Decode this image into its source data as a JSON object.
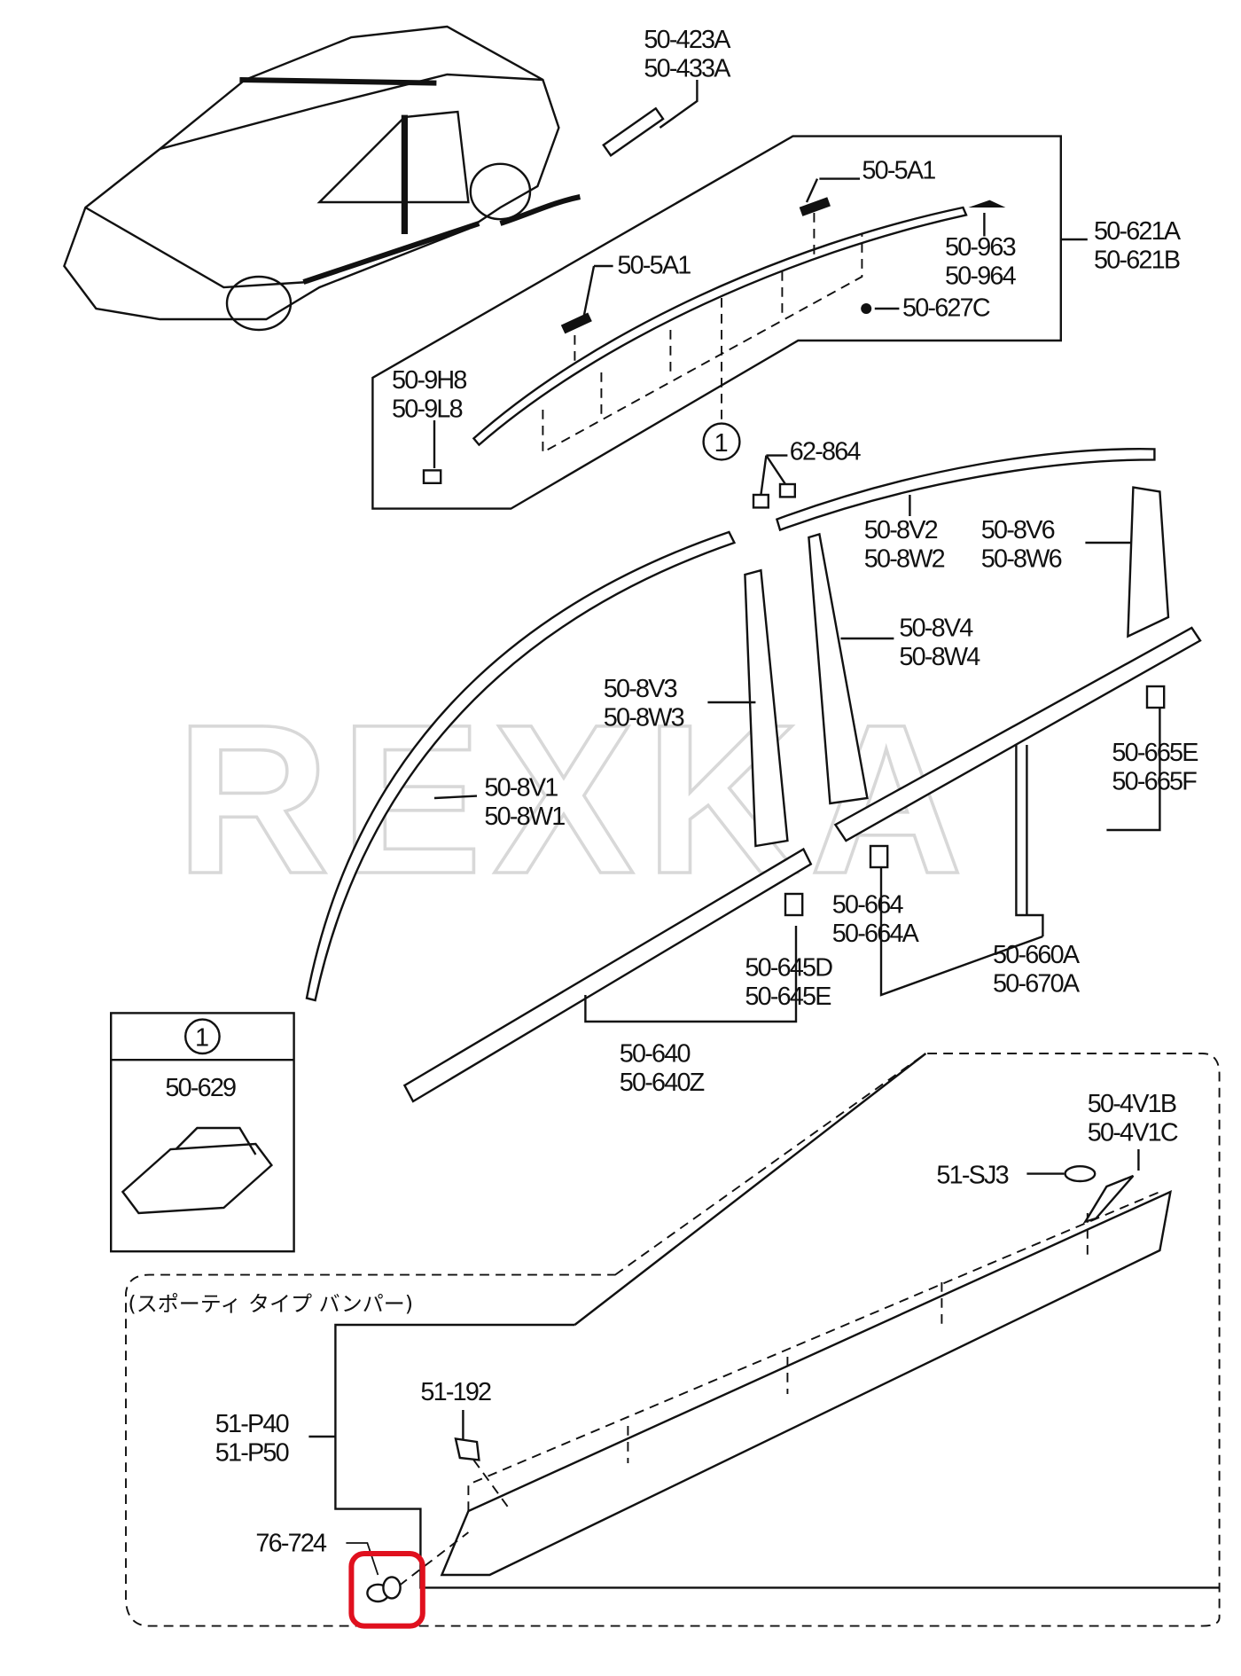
{
  "watermark": "REXKA",
  "callout_ref": "1",
  "labels": {
    "l423": [
      "50-423A",
      "50-433A"
    ],
    "l5a1_top": "50-5A1",
    "l963": [
      "50-963",
      "50-964"
    ],
    "l621": [
      "50-621A",
      "50-621B"
    ],
    "l627": "50-627C",
    "l5a1_mid": "50-5A1",
    "l9h8": [
      "50-9H8",
      "50-9L8"
    ],
    "l62864": "62-864",
    "l8v2": [
      "50-8V2",
      "50-8W2"
    ],
    "l8v6": [
      "50-8V6",
      "50-8W6"
    ],
    "l8v4": [
      "50-8V4",
      "50-8W4"
    ],
    "l8v3": [
      "50-8V3",
      "50-8W3"
    ],
    "l665": [
      "50-665E",
      "50-665F"
    ],
    "l8v1": [
      "50-8V1",
      "50-8W1"
    ],
    "l664": [
      "50-664",
      "50-664A"
    ],
    "l645": [
      "50-645D",
      "50-645E"
    ],
    "l660": [
      "50-660A",
      "50-670A"
    ],
    "l640": [
      "50-640",
      "50-640Z"
    ],
    "l629": "50-629",
    "l4v1": [
      "50-4V1B",
      "50-4V1C"
    ],
    "lsj3": "51-SJ3",
    "sporty_note": "(スポーティ タイプ バンパー)",
    "l192": "51-192",
    "lp40": [
      "51-P40",
      "51-P50"
    ],
    "l724": "76-724"
  },
  "highlight_color": "#e0101e"
}
